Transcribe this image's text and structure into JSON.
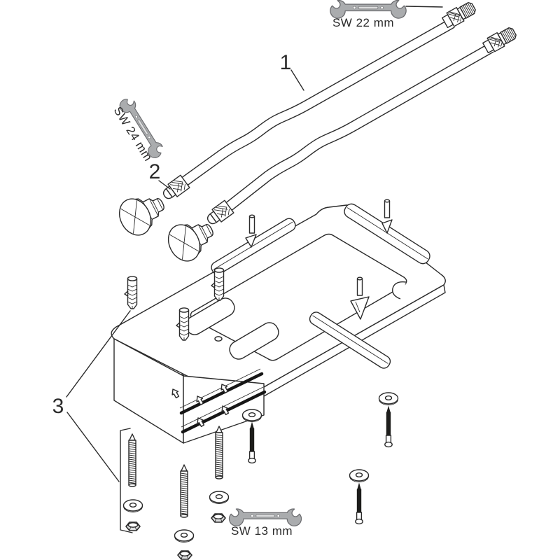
{
  "diagram": {
    "type": "exploded-assembly-installation-diagram",
    "callouts": [
      {
        "label": "1"
      },
      {
        "label": "2"
      },
      {
        "label": "3"
      }
    ],
    "tools": {
      "top_wrench": "SW 22 mm",
      "side_wrench": "SW 24 mm",
      "bottom_wrench": "SW 13 mm"
    },
    "colors": {
      "line": "#2b2b2b",
      "wrench_fill": "#aaacae",
      "wrench_slot": "#dcddde",
      "dark_fastener": "#1d1d1b",
      "background": "#ffffff"
    }
  }
}
